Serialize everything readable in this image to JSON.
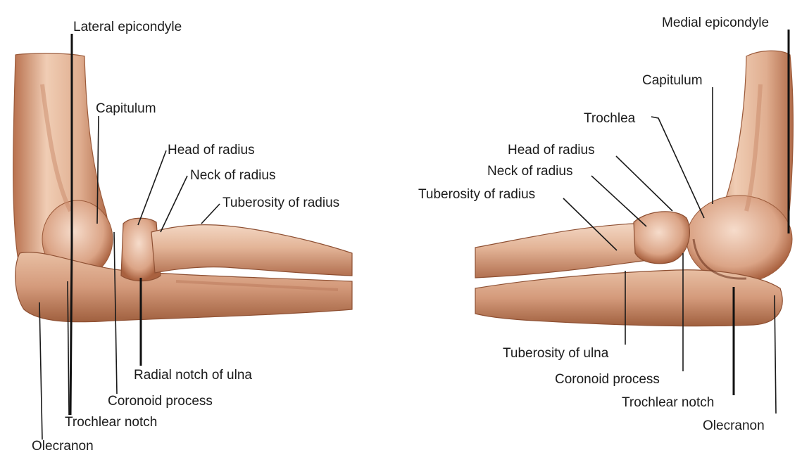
{
  "left_view": {
    "labels": {
      "lateral_epicondyle": "Lateral epicondyle",
      "capitulum": "Capitulum",
      "head_of_radius": "Head of radius",
      "neck_of_radius": "Neck of radius",
      "tuberosity_of_radius": "Tuberosity of radius",
      "radial_notch_of_ulna": "Radial notch of ulna",
      "coronoid_process": "Coronoid process",
      "trochlear_notch": "Trochlear notch",
      "olecranon": "Olecranon"
    }
  },
  "right_view": {
    "labels": {
      "medial_epicondyle": "Medial epicondyle",
      "capitulum": "Capitulum",
      "trochlea": "Trochlea",
      "head_of_radius": "Head of radius",
      "neck_of_radius": "Neck of radius",
      "tuberosity_of_radius": "Tuberosity of radius",
      "tuberosity_of_ulna": "Tuberosity of ulna",
      "coronoid_process": "Coronoid process",
      "trochlear_notch": "Trochlear notch",
      "olecranon": "Olecranon"
    }
  },
  "colors": {
    "bone_light": "#f1d2bb",
    "bone_mid": "#d59a78",
    "bone_dark": "#a5603f",
    "leader_line": "#1a1a1a"
  }
}
